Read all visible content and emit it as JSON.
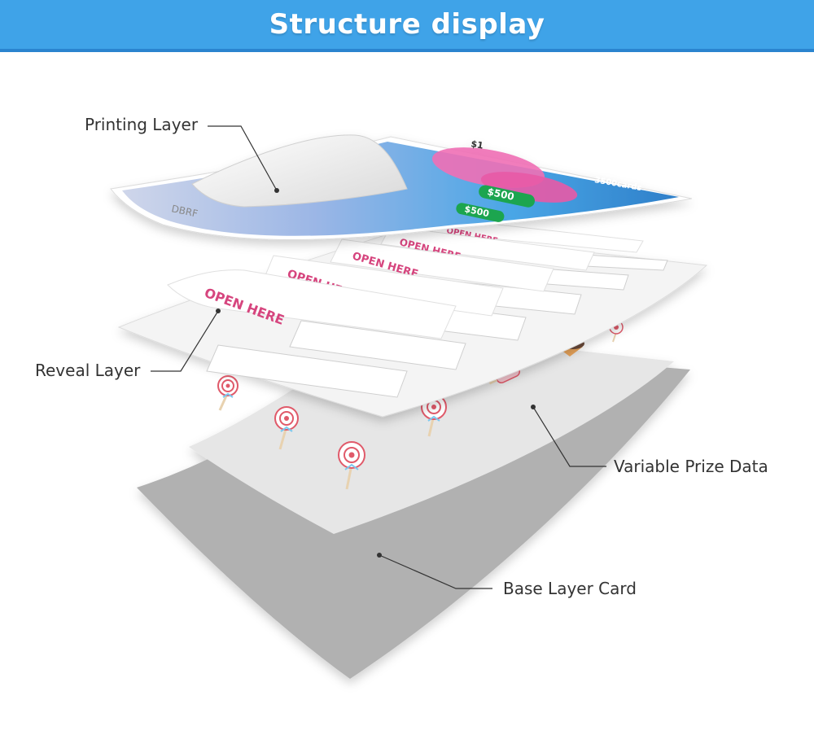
{
  "header": {
    "title": "Structure display"
  },
  "labels": {
    "printing_layer": "Printing Layer",
    "reveal_layer": "Reveal Layer",
    "variable_prize_data": "Variable Prize Data",
    "base_layer_card": "Base Layer Card"
  },
  "tabs": {
    "open_here": "OPEN HERE"
  },
  "ticket": {
    "price": "$1",
    "cards": "3500cards",
    "prize_a": "$500",
    "prize_b": "$500",
    "corner": "DBRF"
  },
  "colors": {
    "header_blue": "#3fa3e8",
    "base_gray": "#c8c8c8",
    "base_dark": "#a9a9a9",
    "tab_pink": "#d6457e",
    "ticket_blue": "#4aa6e6",
    "ticket_pink": "#f06fb5",
    "ticket_green": "#1aa54f"
  }
}
